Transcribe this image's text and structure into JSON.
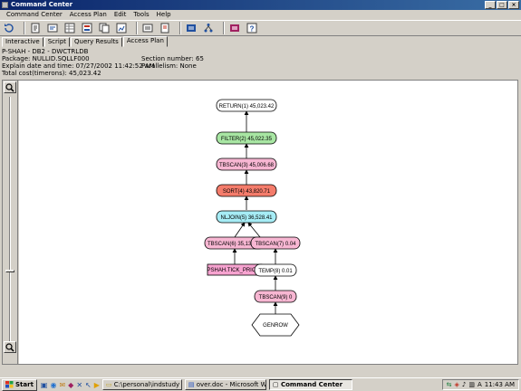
{
  "window": {
    "title": "Command Center",
    "controls": [
      "_",
      "□",
      "×"
    ]
  },
  "menubar": [
    "Command Center",
    "Access Plan",
    "Edit",
    "Tools",
    "Help"
  ],
  "toolbar_icons": [
    "refresh-icon",
    "script-icon",
    "query-icon",
    "results-icon",
    "plan-icon",
    "copy-icon",
    "graph-icon",
    "statistics-icon",
    "details-icon",
    "export-icon",
    "tree-icon",
    "print-icon",
    "help-icon"
  ],
  "tabs": [
    "Interactive",
    "Script",
    "Query Results",
    "Access Plan"
  ],
  "active_tab": "Access Plan",
  "info": {
    "line1": "P-SHAH - DB2 - DWCTRLDB",
    "line2_left": "Package: NULLID.SQLLF000",
    "line2_right": "Section number: 65",
    "line3_left": "Explain date and time: 07/27/2002 11:42:52 AM",
    "line3_right": "Parallelism: None",
    "line4": "Total cost(timerons): 45,023.42"
  },
  "nodes": [
    {
      "id": "return",
      "label": "RETURN(1) 45,023.42",
      "color": "#ffffff"
    },
    {
      "id": "filter",
      "label": "FILTER(2) 45,022.35",
      "color": "#a8e6a3"
    },
    {
      "id": "tbscan3",
      "label": "TBSCAN(3) 45,006.68",
      "color": "#f7b6d2"
    },
    {
      "id": "sort",
      "label": "SORT(4) 43,820.71",
      "color": "#f47c6b"
    },
    {
      "id": "nljoin",
      "label": "NLJOIN(5) 36,528.41",
      "color": "#a6ecf5"
    },
    {
      "id": "tbscan6",
      "label": "TBSCAN(6) 35,135.71",
      "color": "#f7b6d2"
    },
    {
      "id": "tbscan7",
      "label": "TBSCAN(7) 0.04",
      "color": "#f7b6d2"
    },
    {
      "id": "table",
      "label": "PSHAH.TICK_PRICE2",
      "color": "#f7a3d0"
    },
    {
      "id": "temp",
      "label": "TEMP(8) 0.01",
      "color": "#ffffff"
    },
    {
      "id": "tbscan9",
      "label": "TBSCAN(9) 0",
      "color": "#f7b6d2"
    },
    {
      "id": "genrow",
      "label": "GENROW",
      "color": "#ffffff"
    }
  ],
  "taskbar": {
    "start": "Start",
    "tasks": [
      {
        "label": "C:\\personal\\indstudy",
        "active": false
      },
      {
        "label": "over.doc - Microsoft Word",
        "active": false
      },
      {
        "label": "Command Center",
        "active": true
      }
    ],
    "clock": "11:43 AM"
  }
}
